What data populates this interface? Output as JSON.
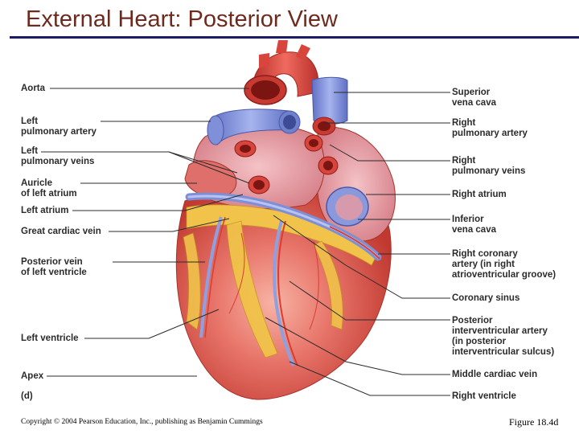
{
  "title": "External Heart: Posterior View",
  "panel_letter": "(d)",
  "labels_left": [
    "Aorta",
    "Left\npulmonary artery",
    "Left\npulmonary veins",
    "Auricle\nof left atrium",
    "Left atrium",
    "Great cardiac vein",
    "Posterior vein\nof left ventricle",
    "Left ventricle",
    "Apex"
  ],
  "labels_right": [
    "Superior\nvena cava",
    "Right\npulmonary artery",
    "Right\npulmonary veins",
    "Right atrium",
    "Inferior\nvena cava",
    "Right coronary\nartery (in right\natrioventricular groove)",
    "Coronary sinus",
    "Posterior\ninterventricular artery\n(in posterior\ninterventricular sulcus)",
    "Middle cardiac vein",
    "Right ventricle"
  ],
  "copyright": "Copyright © 2004 Pearson Education, Inc., publishing as Benjamin Cummings",
  "figure_label": "Figure 18.4d",
  "colors": {
    "title": "#6e2a1e",
    "rule": "#1d1a66",
    "heart": "#e0574c",
    "vein": "#7d8fd6",
    "fat": "#f1c34a"
  }
}
